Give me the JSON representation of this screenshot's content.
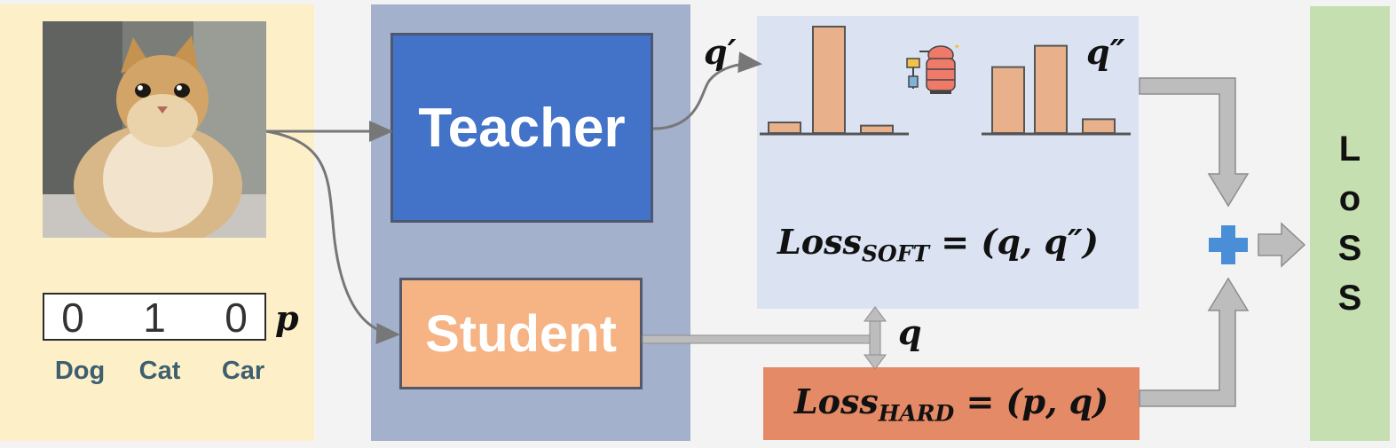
{
  "input": {
    "label_values": [
      "0",
      "1",
      "0"
    ],
    "label_symbol": "p",
    "classes": [
      "Dog",
      "Cat",
      "Car"
    ]
  },
  "network": {
    "teacher_label": "Teacher",
    "student_label": "Student"
  },
  "symbols": {
    "teacher_output": "q′",
    "softened_output": "q″",
    "student_output": "q"
  },
  "soft_loss": {
    "name": "Loss",
    "subscript": "SOFT",
    "expression": " = (q, q″)",
    "teacher_dist": [
      0.1,
      1.0,
      0.07
    ],
    "softened_dist": [
      0.62,
      0.82,
      0.13
    ]
  },
  "hard_loss": {
    "name": "Loss",
    "subscript": "HARD",
    "expression": " = (p, q)"
  },
  "total_loss": {
    "letters": [
      "L",
      "o",
      "S",
      "S"
    ]
  },
  "colors": {
    "input_bg": "#fdf0c8",
    "network_bg": "#a4b1cc",
    "teacher": "#4373c8",
    "student": "#f6b383",
    "soft_bg": "#dbe3f3",
    "hard": "#e58a66",
    "loss_bg": "#c5dfb1",
    "bars": "#e8b18c",
    "plus": "#4a8ed8",
    "arrow": "#bdbdbd"
  },
  "icons": {
    "distillation": "distillation-apparatus-icon",
    "combine": "plus-icon"
  }
}
